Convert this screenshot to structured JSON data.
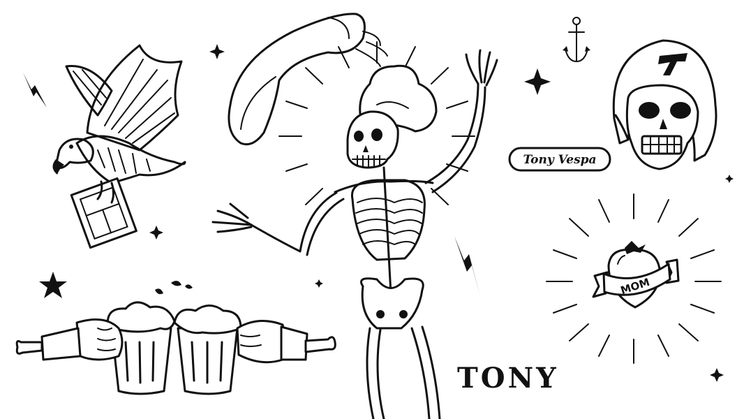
{
  "scene": {
    "background": "#ffffff",
    "ink": "#111111"
  },
  "texts": {
    "helmet_letter": "T",
    "badge_label": "Tony Vespa",
    "heart_banner": "MOM",
    "tony_lettering": "TONY"
  },
  "icons": [
    "eagle-with-pizza-box-icon",
    "skeleton-chef-icon",
    "pizza-dough-icon",
    "helmet-skull-icon",
    "tomato-heart-icon",
    "beer-toast-icon",
    "anchor-icon",
    "lightning-icon",
    "star-icon",
    "sparkle-icon"
  ]
}
